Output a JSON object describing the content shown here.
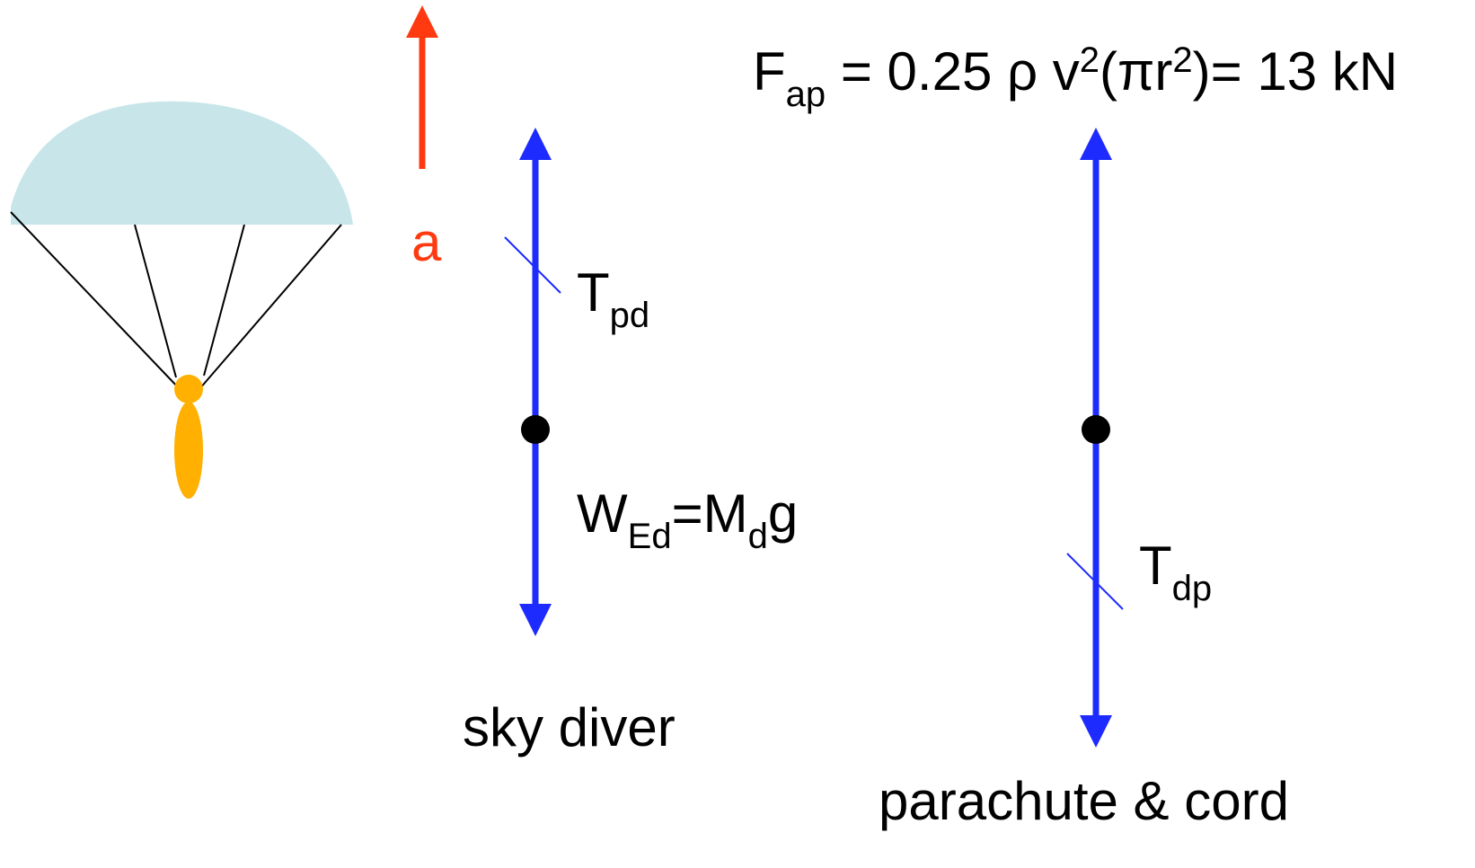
{
  "diagram": {
    "colors": {
      "canopy": "#c8e6ea",
      "diver": "#ffb000",
      "acceleration": "#ff3a10",
      "force": "#1e2bff",
      "point": "#000000",
      "cord": "#000000"
    },
    "acceleration_label": "a",
    "sky_diver": {
      "tension_label": {
        "main": "T",
        "sub": "pd"
      },
      "weight_label": {
        "main1": "W",
        "sub1": "Ed",
        "mid": "=M",
        "sub2": "d",
        "tail": "g"
      },
      "caption": "sky diver"
    },
    "parachute": {
      "air_force_label": {
        "main": "F",
        "sub": "ap",
        "eq1": " = 0.25 ρ v",
        "sup1": "2",
        "mid": "(πr",
        "sup2": "2",
        "tail": ")= 13 kN"
      },
      "tension_label": {
        "main": "T",
        "sub": "dp"
      },
      "caption": "parachute & cord"
    }
  }
}
